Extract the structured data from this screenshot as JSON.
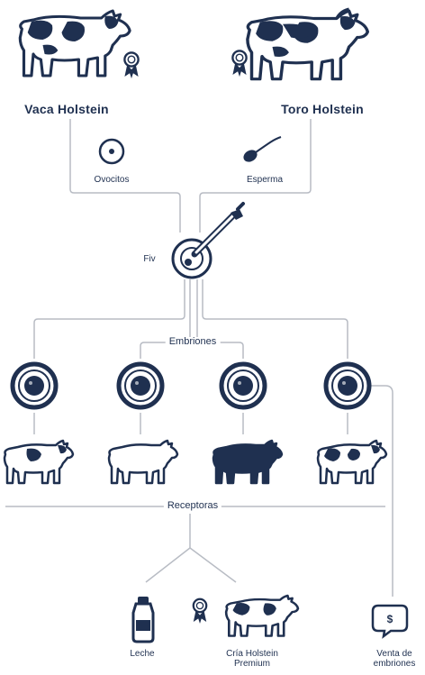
{
  "parents": {
    "cow": {
      "label": "Vaca Holstein",
      "icon": "holstein-cow-icon"
    },
    "bull": {
      "label": "Toro Holstein",
      "icon": "holstein-bull-icon"
    }
  },
  "gametes": {
    "egg": {
      "label": "Ovocitos",
      "icon": "oocyte-icon"
    },
    "sperm": {
      "label": "Esperma",
      "icon": "sperm-icon"
    }
  },
  "fiv": {
    "label": "Fiv",
    "icon": "petri-dish-pipette-icon"
  },
  "embryos": {
    "label": "Embriones",
    "icon": "embryo-icon"
  },
  "recipients": {
    "label": "Receptoras",
    "icon": "recipient-cow-icon"
  },
  "outcomes": {
    "milk": {
      "label": "Leche",
      "icon": "milk-bottle-icon"
    },
    "premium": {
      "label_line1": "Cría Holstein",
      "label_line2": "Premium",
      "icon": "premium-calf-icon"
    },
    "sale": {
      "label_line1": "Venta de",
      "label_line2": "embriones",
      "icon": "sale-tag-icon"
    }
  },
  "colors": {
    "ink": "#1f3050",
    "line": "#b8bcc4",
    "background": "#ffffff"
  }
}
